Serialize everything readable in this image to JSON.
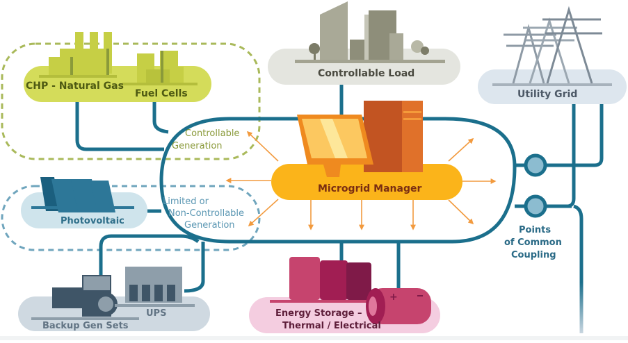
{
  "diagram": {
    "title": "Microgrid Architecture",
    "nodes": {
      "chp": {
        "label": "CHP - Natural Gas"
      },
      "fuel_cells": {
        "label": "Fuel Cells"
      },
      "controllable_load": {
        "label": "Controllable Load"
      },
      "utility_grid": {
        "label": "Utility Grid"
      },
      "microgrid_manager": {
        "label": "Microgrid Manager"
      },
      "photovoltaic": {
        "label": "Photovoltaic"
      },
      "backup_gen": {
        "label": "Backup Gen Sets"
      },
      "ups": {
        "label": "UPS"
      },
      "energy_storage": {
        "line1": "Energy Storage –",
        "line2": "Thermal / Electrical"
      }
    },
    "groups": {
      "controllable_generation": {
        "line1": "Controllable",
        "line2": "Generation"
      },
      "limited_generation": {
        "line1": "Limited or",
        "line2": "Non-Controllable",
        "line3": "Generation"
      }
    },
    "pcc": {
      "line1": "Points",
      "line2": "of Common",
      "line3": "Coupling"
    },
    "colors": {
      "bus": "#1b6f8c",
      "arrow": "#f29a3e",
      "manager": "#fbb41a",
      "generation_green": "#d4dc5a",
      "generation_text": "#4e5a12",
      "group_green_text": "#8a9a3a",
      "load_gray": "#e4e5df",
      "grid_blue": "#dde6ee",
      "pv_blue": "#cfe4ec",
      "backup_blue": "#cfd9e1",
      "storage_pink": "#f4cde0",
      "pcc_fill": "#8cbcd0"
    }
  }
}
